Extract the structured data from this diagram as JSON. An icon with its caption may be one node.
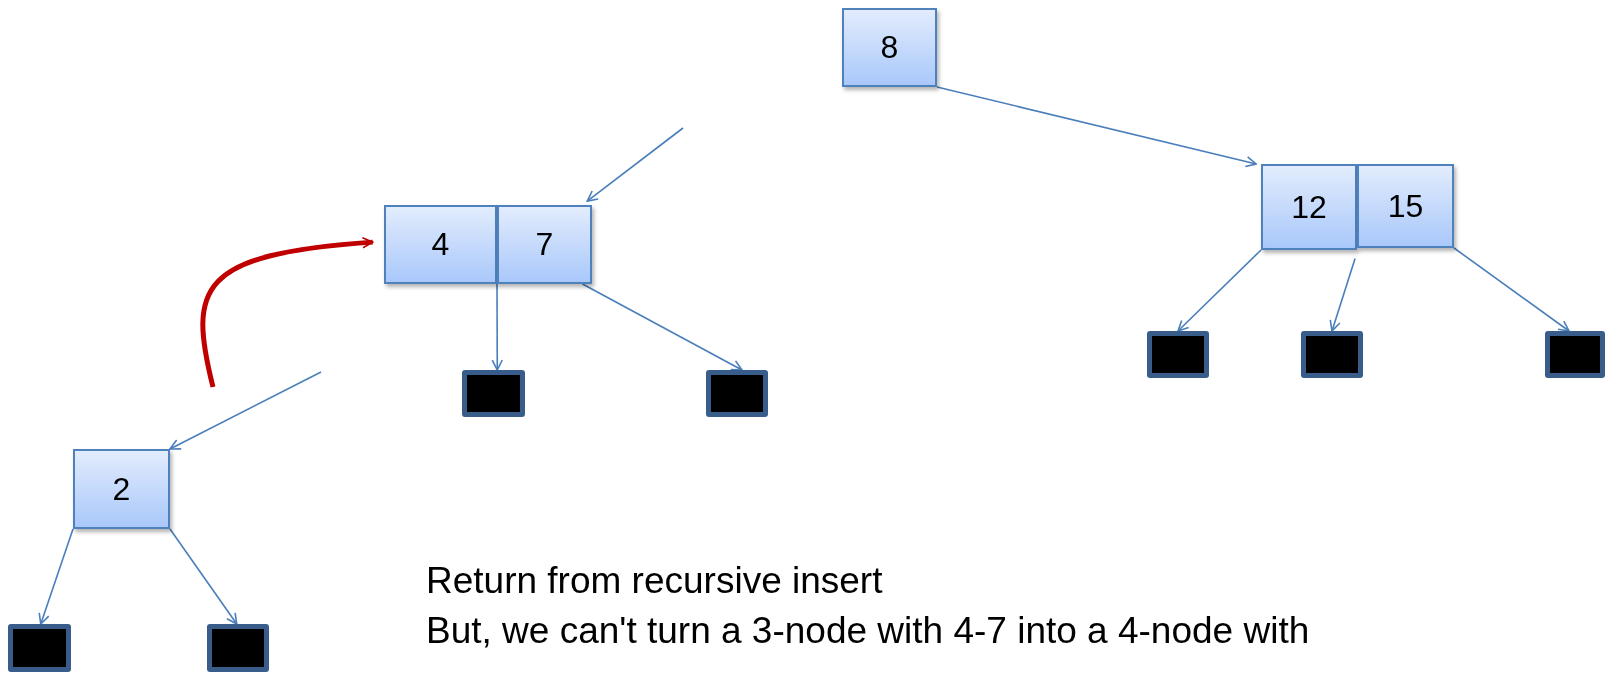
{
  "diagram": {
    "nodes": [
      {
        "text": [
          "8"
        ]
      },
      {
        "text": [
          "12"
        ]
      },
      {
        "text": [
          "15"
        ]
      },
      {
        "text": [
          "4"
        ]
      },
      {
        "text": [
          "7"
        ]
      },
      {
        "text": [
          "2"
        ]
      },
      {
        "text": [],
        "shape": "box"
      },
      {
        "text": [],
        "shape": "box"
      },
      {
        "text": [],
        "shape": "box"
      },
      {
        "text": [],
        "shape": "box"
      },
      {
        "text": [],
        "shape": "box"
      },
      {
        "text": [],
        "shape": "box"
      },
      {
        "text": [],
        "shape": "box"
      }
    ],
    "edges": [
      {
        "from": 0,
        "to": 1,
        "arrow": "to"
      },
      {
        "from": null,
        "to": 4,
        "arrow": "to"
      },
      {
        "from": null,
        "to": 5,
        "arrow": "to"
      },
      {
        "from": 3,
        "to": 6,
        "arrow": "to"
      },
      {
        "from": 4,
        "to": 7,
        "arrow": "to"
      },
      {
        "from": 1,
        "to": 8,
        "arrow": "to"
      },
      {
        "from": 1,
        "to": 9,
        "arrow": "to"
      },
      {
        "from": 2,
        "to": 10,
        "arrow": "to"
      },
      {
        "from": 5,
        "to": 11,
        "arrow": "to"
      },
      {
        "from": 5,
        "to": 12,
        "arrow": "to"
      },
      {
        "from": null,
        "to": 3,
        "arrow": "to",
        "style": "thick",
        "color": "#c00000"
      }
    ],
    "labels": [
      "Return from recursive insert",
      "But, we can't turn a 3-node with 4-7 into a 4-node with"
    ]
  }
}
